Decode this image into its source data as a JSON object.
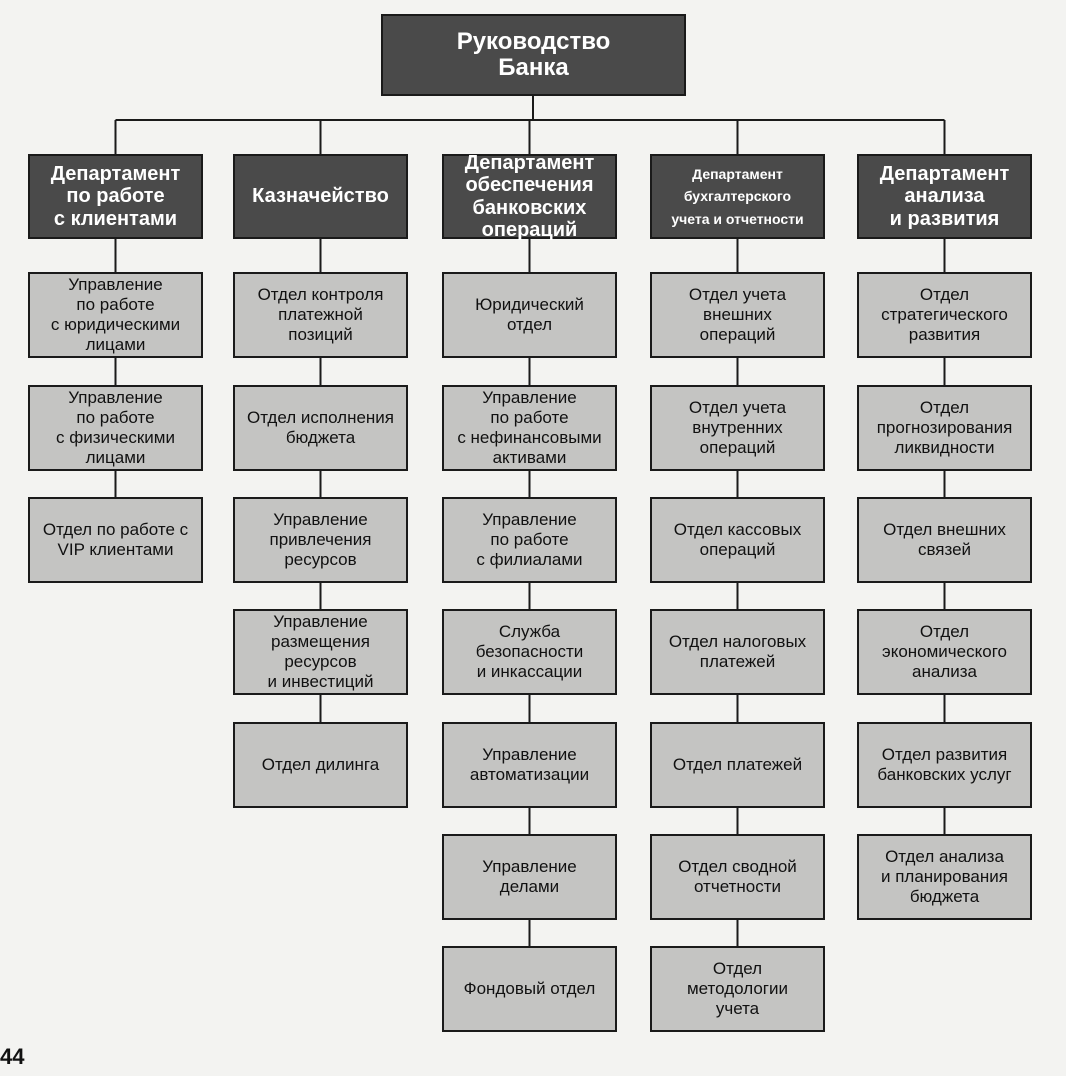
{
  "top": "Руководство\nБанка",
  "page_number": "44",
  "columns": [
    {
      "head": "Департамент\nпо работе\nс клиентами",
      "items": [
        "Управление\nпо работе\nс юридическими\nлицами",
        "Управление\nпо работе\nс физическими\nлицами",
        "Отдел по работе с\nVIP клиентами"
      ]
    },
    {
      "head": "Казначейство",
      "items": [
        "Отдел контроля\nплатежной\nпозиций",
        "Отдел исполнения\nбюджета",
        "Управление\nпривлечения\nресурсов",
        "Управление\nразмещения\nресурсов\nи инвестиций",
        "Отдел дилинга"
      ]
    },
    {
      "head": "Департамент\nобеспечения\nбанковских\nопераций",
      "items": [
        "Юридический\nотдел",
        "Управление\nпо работе\nс нефинансовыми\nактивами",
        "Управление\nпо работе\nс филиалами",
        "Служба\nбезопасности\nи инкассации",
        "Управление\nавтоматизации",
        "Управление\nделами",
        "Фондовый отдел"
      ]
    },
    {
      "head": "Департамент\nбухгалтерского\nучета и отчетности",
      "items": [
        "Отдел учета\nвнешних\nопераций",
        "Отдел учета\nвнутренних\nопераций",
        "Отдел кассовых\nопераций",
        "Отдел налоговых\nплатежей",
        "Отдел платежей",
        "Отдел сводной\nотчетности",
        "Отдел\nметодологии\nучета"
      ]
    },
    {
      "head": "Департамент\nанализа\nи развития",
      "items": [
        "Отдел\nстратегического\nразвития",
        "Отдел\nпрогнозирования\nликвидности",
        "Отдел внешних\nсвязей",
        "Отдел\nэкономического\nанализа",
        "Отдел развития\nбанковских услуг",
        "Отдел анализа\nи планирования\nбюджета"
      ]
    }
  ]
}
